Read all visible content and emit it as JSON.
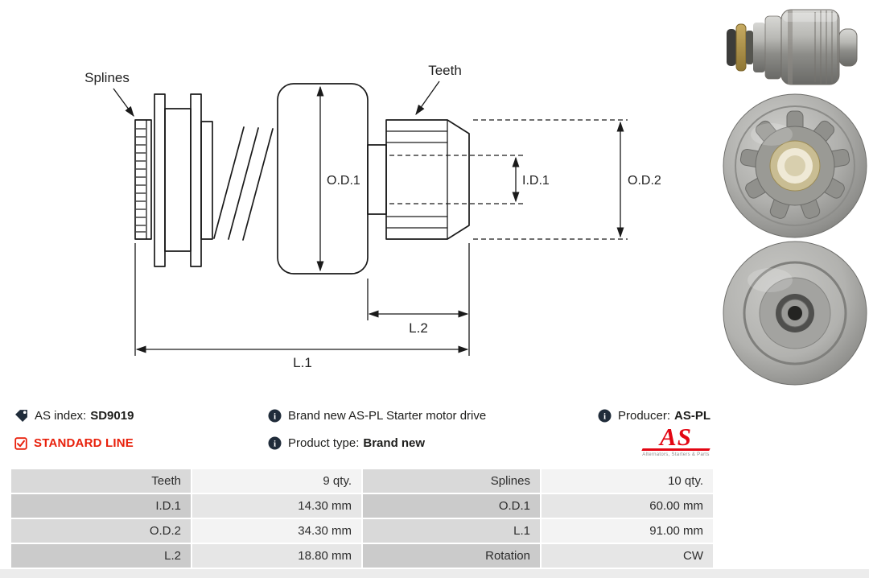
{
  "drawing": {
    "labels": {
      "splines": "Splines",
      "teeth": "Teeth",
      "od1": "O.D.1",
      "id1": "I.D.1",
      "od2": "O.D.2",
      "l2": "L.2",
      "l1": "L.1"
    }
  },
  "info": {
    "as_index": {
      "label": "AS index:",
      "value": "SD9019"
    },
    "standard_line": "STANDARD LINE",
    "description": "Brand new AS-PL Starter motor drive",
    "product_type": {
      "label": "Product type:",
      "value": "Brand new"
    },
    "producer": {
      "label": "Producer:",
      "value": "AS-PL"
    },
    "logo": {
      "text": "AS",
      "tagline": "Alternators, Starters & Parts"
    }
  },
  "spec_table": {
    "rows": [
      [
        "Teeth",
        "9 qty.",
        "Splines",
        "10 qty."
      ],
      [
        "I.D.1",
        "14.30 mm",
        "O.D.1",
        "60.00 mm"
      ],
      [
        "O.D.2",
        "34.30 mm",
        "L.1",
        "91.00 mm"
      ],
      [
        "L.2",
        "18.80 mm",
        "Rotation",
        "CW"
      ]
    ]
  },
  "colors": {
    "accent_red": "#e8200b",
    "logo_red": "#e30613",
    "icon_dark": "#202c3a",
    "table_label_bg": "#d9d9d9",
    "table_value_bg": "#f3f3f3"
  }
}
